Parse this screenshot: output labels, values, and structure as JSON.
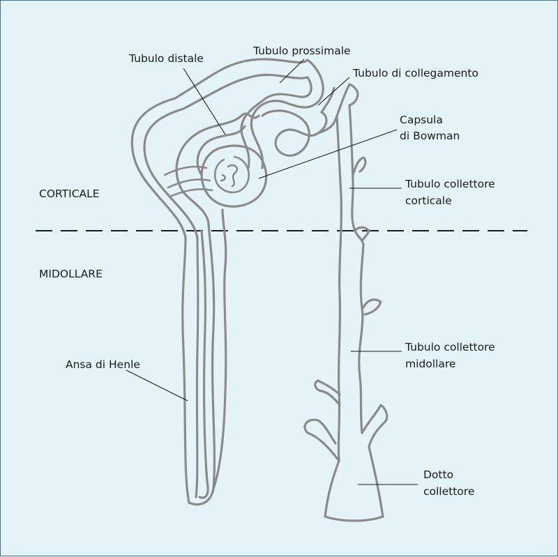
{
  "zones": {
    "cortex": "CORTICALE",
    "medulla": "MIDOLLARE"
  },
  "labels": {
    "distal_tubule": "Tubulo distale",
    "proximal_tubule": "Tubulo prossimale",
    "connecting_tubule": "Tubulo di collegamento",
    "capsule_line1": "Capsula",
    "capsule_line2": "di Bowman",
    "cortical_cd_line1": "Tubulo collettore",
    "cortical_cd_line2": "corticale",
    "loop_of_henle": "Ansa di Henle",
    "medullary_cd_line1": "Tubulo collettore",
    "medullary_cd_line2": "midollare",
    "duct_line1": "Dotto",
    "duct_line2": "collettore"
  },
  "colors": {
    "background": "#e4f3f7",
    "border": "#3f6fa8",
    "tubule_stroke": "#8a8a8a",
    "text": "#1a1a1a"
  }
}
